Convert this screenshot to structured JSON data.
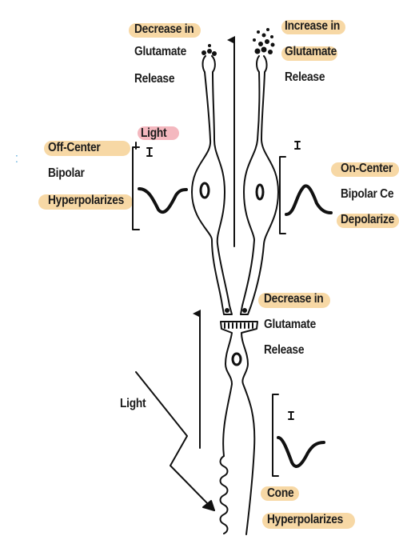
{
  "labels": {
    "top_left": [
      "Decrease in",
      "Glutamate",
      "Release"
    ],
    "top_right": [
      "Increase in",
      "Glutamate",
      "Release"
    ],
    "light_top": "Light",
    "off_center": [
      "Off-Center",
      "Bipolar",
      "Hyperpolarizes"
    ],
    "on_center": [
      "On-Center",
      "Bipolar Ce",
      "Depolarize"
    ],
    "middle_right": [
      "Decrease in",
      "Glutamate",
      "Release"
    ],
    "light_bottom": "Light",
    "cone": [
      "Cone",
      "Hyperpolarizes"
    ]
  },
  "colors": {
    "highlight": "#f5cd8c",
    "highlight_pink": "#f0a0aa",
    "ink": "#1c1c1c",
    "stray_mark": "#4aa3d8"
  }
}
